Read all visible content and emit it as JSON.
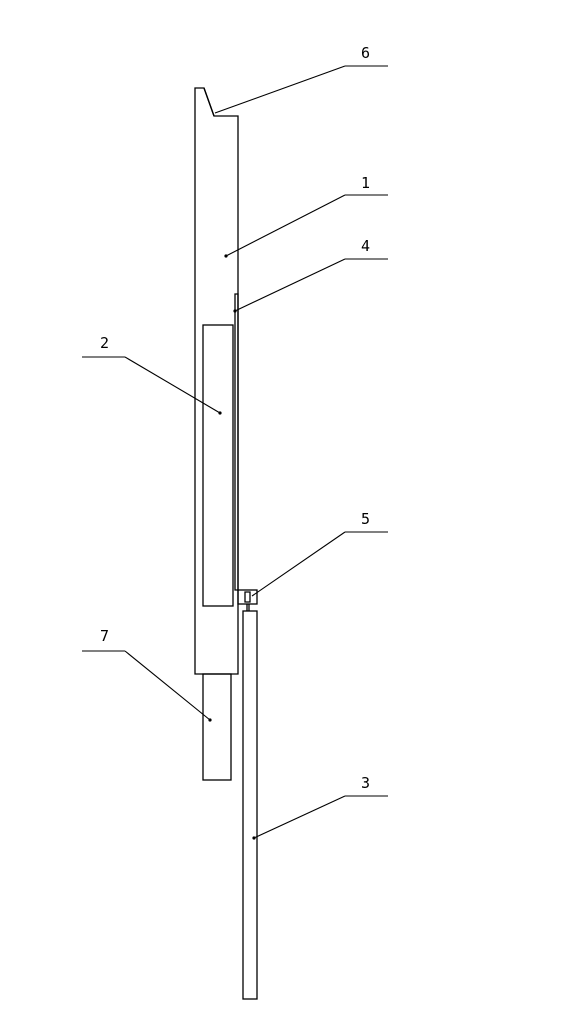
{
  "diagram": {
    "labels": [
      {
        "id": "6",
        "text": "6"
      },
      {
        "id": "1",
        "text": "1"
      },
      {
        "id": "4",
        "text": "4"
      },
      {
        "id": "2",
        "text": "2"
      },
      {
        "id": "5",
        "text": "5"
      },
      {
        "id": "7",
        "text": "7"
      },
      {
        "id": "3",
        "text": "3"
      }
    ]
  }
}
